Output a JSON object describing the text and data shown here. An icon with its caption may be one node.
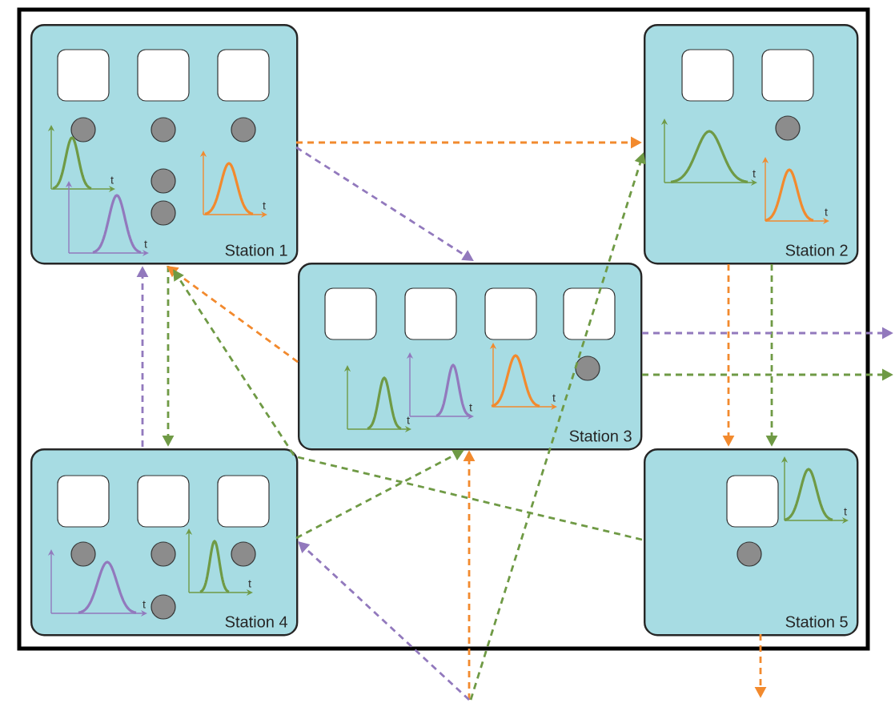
{
  "diagram": {
    "nodes": [
      {
        "text": [
          "Station 1"
        ]
      },
      {
        "text": [
          "Station 2"
        ]
      },
      {
        "text": [
          "Station 3"
        ]
      },
      {
        "text": [
          "Station 4"
        ]
      },
      {
        "text": [
          "Station 5"
        ]
      }
    ],
    "edges": [
      {
        "from": 0,
        "to": 1,
        "arrow": "to",
        "color": "#f28a2e"
      },
      {
        "from": 0,
        "to": 2,
        "arrow": "to",
        "color": "#9279bd"
      },
      {
        "from": 3,
        "to": 0,
        "arrow": "to",
        "color": "#9279bd"
      },
      {
        "from": 0,
        "to": 3,
        "arrow": "to"
      },
      {
        "from": 2,
        "to": 0,
        "arrow": "to",
        "color": "#f28a2e"
      },
      {
        "from": 4,
        "to": 0,
        "arrow": "to"
      },
      {
        "from": 1,
        "to": 4,
        "arrow": "to",
        "color": "#f28a2e"
      },
      {
        "from": 1,
        "to": 4,
        "arrow": "to"
      },
      {
        "from": 3,
        "to": 2,
        "arrow": "to"
      },
      {
        "from": null,
        "to": 2,
        "arrow": "to",
        "color": "#f28a2e"
      },
      {
        "from": null,
        "to": 3,
        "arrow": "to",
        "color": "#9279bd"
      },
      {
        "from": null,
        "to": 1,
        "arrow": "to"
      },
      {
        "from": 2,
        "to": null,
        "arrow": "to",
        "color": "#9279bd"
      },
      {
        "from": 2,
        "to": null,
        "arrow": "to"
      },
      {
        "from": 4,
        "to": null,
        "arrow": "to",
        "color": "#f28a2e"
      }
    ],
    "labels": [
      "t",
      "t",
      "t",
      "t",
      "t",
      "t",
      "t",
      "t",
      "t",
      "t",
      "t"
    ]
  }
}
